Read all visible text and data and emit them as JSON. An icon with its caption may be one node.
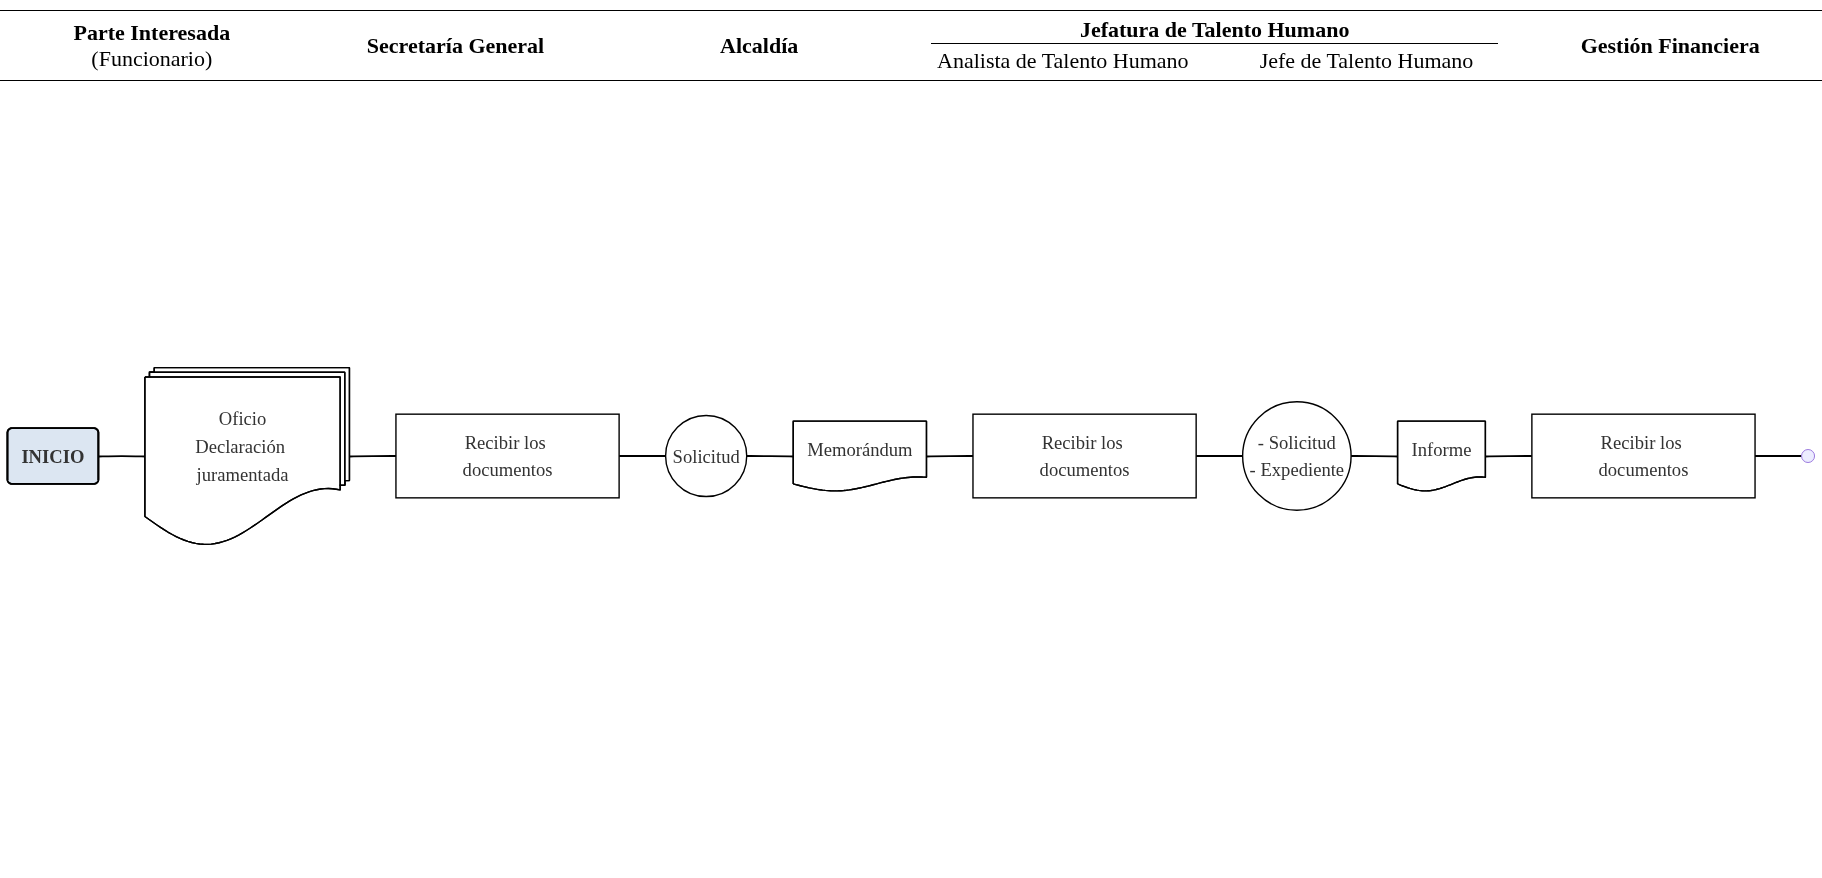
{
  "diagram": {
    "nodes": [
      {
        "text": [
          "INICIO"
        ]
      },
      {
        "text": [
          "Oficio",
          "Declaración juramentada"
        ]
      },
      {
        "text": [
          "Recibir los documentos"
        ]
      },
      {
        "text": [
          "Solicitud"
        ]
      },
      {
        "text": [
          "Memorándum"
        ]
      },
      {
        "text": [
          "Recibir los documentos"
        ]
      },
      {
        "text": [
          "- Solicitud",
          "- Expediente"
        ]
      },
      {
        "text": [
          "Informe"
        ]
      },
      {
        "text": [
          "Recibir los documentos"
        ]
      },
      {
        "text": [],
        "shape": "circle"
      }
    ],
    "edges": [
      {
        "from": 0,
        "to": 1,
        "arrow": "none"
      },
      {
        "from": 1,
        "to": 2,
        "arrow": "none"
      },
      {
        "from": 2,
        "to": 3,
        "arrow": "none"
      },
      {
        "from": 3,
        "to": 4,
        "arrow": "none"
      },
      {
        "from": 4,
        "to": 5,
        "arrow": "none"
      },
      {
        "from": 5,
        "to": 6,
        "arrow": "none"
      },
      {
        "from": 6,
        "to": 7,
        "arrow": "none"
      },
      {
        "from": 7,
        "to": 8,
        "arrow": "none"
      },
      {
        "from": 8,
        "to": 9,
        "arrow": "none"
      }
    ],
    "labels": [
      "Parte Interesada",
      "(Funcionario)",
      "Secretaría General",
      "Alcaldía",
      "Jefatura de Talento Humano",
      "Analista de Talento Humano",
      "Jefe de Talento Humano",
      "Gestión Financiera"
    ]
  }
}
